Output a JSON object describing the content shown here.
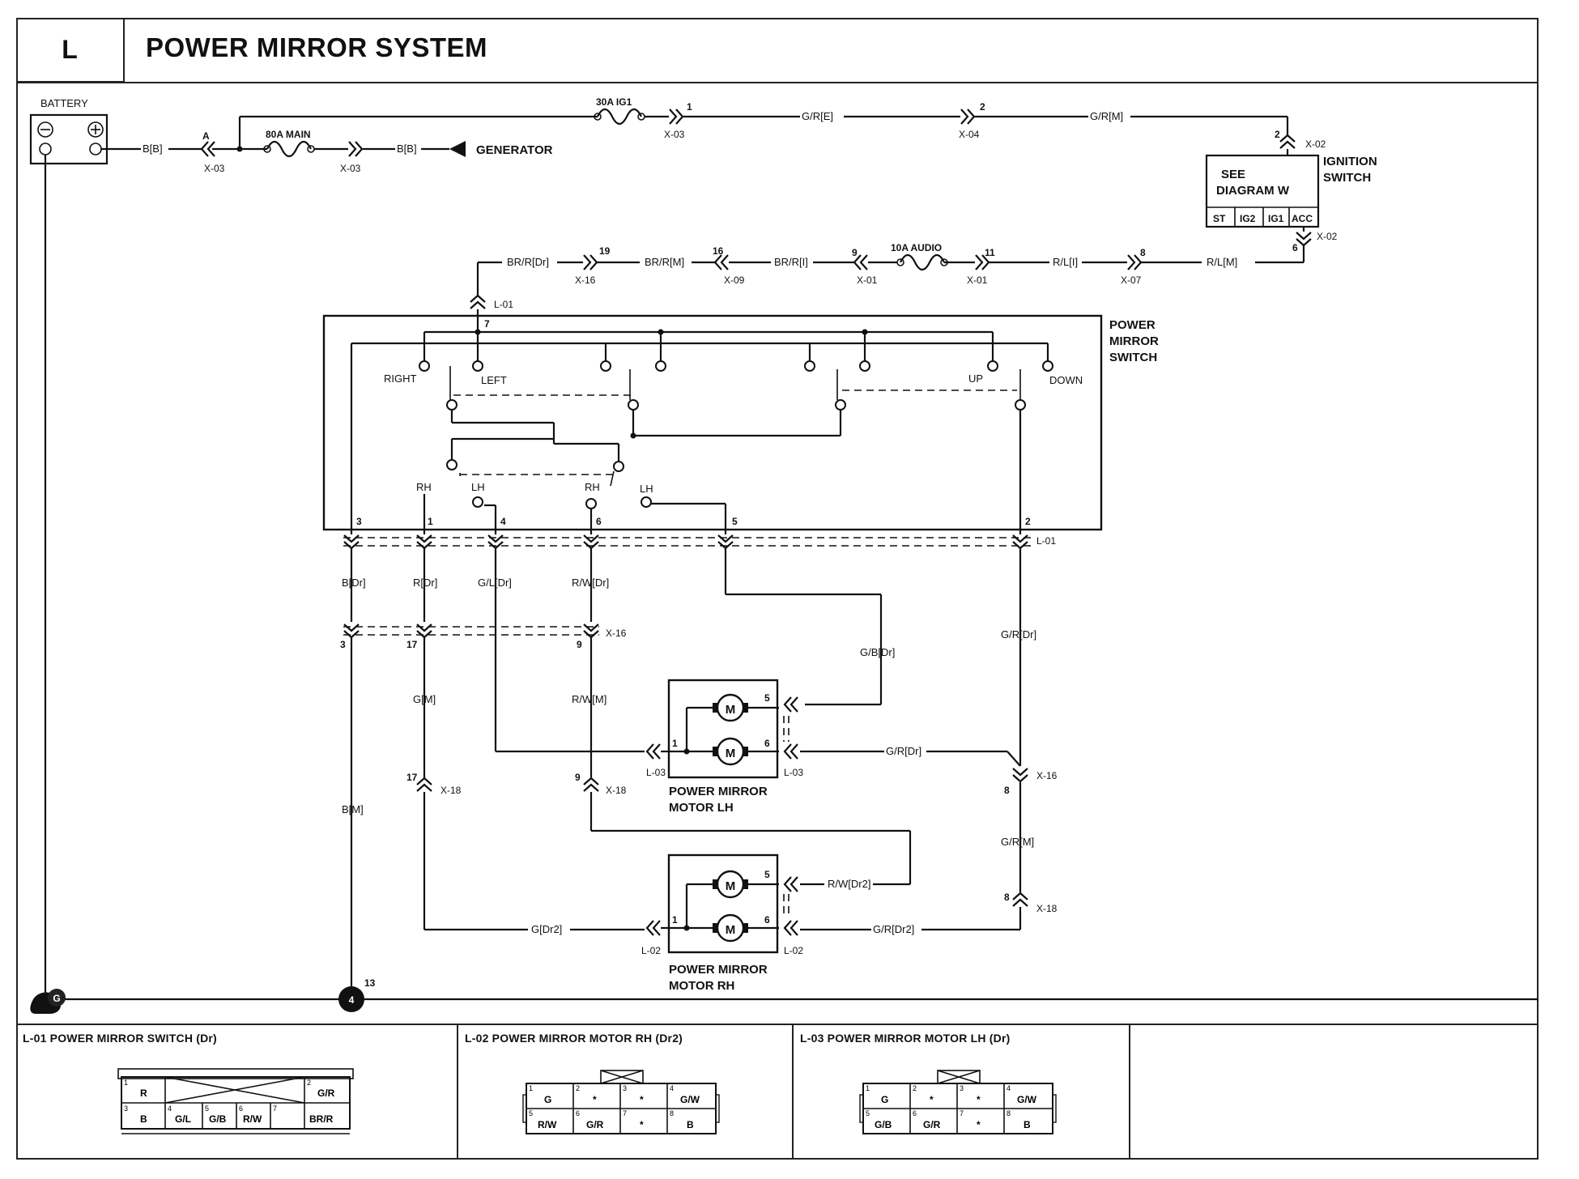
{
  "header": {
    "code": "L",
    "title": "POWER MIRROR SYSTEM"
  },
  "components": {
    "battery": "BATTERY",
    "fuse_ig1": "30A IG1",
    "fuse_main": "80A MAIN",
    "fuse_audio": "10A AUDIO",
    "generator": "GENERATOR",
    "ignition_switch": [
      "IGNITION",
      "SWITCH"
    ],
    "see_diagram": [
      "SEE",
      "DIAGRAM  W"
    ],
    "ign_positions": [
      "ST",
      "IG2",
      "IG1",
      "ACC"
    ],
    "power_mirror_switch": [
      "POWER",
      "MIRROR",
      "SWITCH"
    ],
    "switch_labels": {
      "right": "RIGHT",
      "left": "LEFT",
      "up": "UP",
      "down": "DOWN",
      "rh1": "RH",
      "lh1": "LH",
      "rh2": "RH",
      "lh2": "LH"
    },
    "motor_lh": [
      "POWER MIRROR",
      "MOTOR LH"
    ],
    "motor_rh": [
      "POWER MIRROR",
      "MOTOR RH"
    ],
    "motor_symbol": "M"
  },
  "wires": {
    "bb1": "B[B]",
    "bb2": "B[B]",
    "gre": "G/R[E]",
    "grm": "G/R[M]",
    "brrdr": "BR/R[Dr]",
    "brrm": "BR/R[M]",
    "brri": "BR/R[I]",
    "rli": "R/L[I]",
    "rlm": "R/L[M]",
    "bdr": "B[Dr]",
    "rdr": "R[Dr]",
    "gldr": "G/L[Dr]",
    "rwdr": "R/W[Dr]",
    "gbdr": "G/B[Dr]",
    "grdr": "G/R[Dr]",
    "grdr2": "G/R[Dr]",
    "gm": "G[M]",
    "rwm": "R/W[M]",
    "bm": "B[M]",
    "grm2": "G/R[M]",
    "rwdr2": "R/W[Dr2]",
    "gdr2": "G[Dr2]",
    "grdr2b": "G/R[Dr2]"
  },
  "connectors": {
    "a": "A",
    "x03a": "X-03",
    "x03b": "X-03",
    "x03c": "X-03",
    "x04": "X-04",
    "x02a": "X-02",
    "x02b": "X-02",
    "x16a": "X-16",
    "x09": "X-09",
    "x01a": "X-01",
    "x01b": "X-01",
    "x07": "X-07",
    "l01a": "L-01",
    "l01b": "L-01",
    "x16b": "X-16",
    "x16c": "X-16",
    "x18a": "X-18",
    "x18b": "X-18",
    "x18c": "X-18",
    "l03a": "L-03",
    "l03b": "L-03",
    "l02a": "L-02",
    "l02b": "L-02"
  },
  "pins": {
    "p1": "1",
    "p2": "2",
    "p2b": "2",
    "p6": "6",
    "p19": "19",
    "p16": "16",
    "p9": "9",
    "p11": "11",
    "p8": "8",
    "p7": "7",
    "s3": "3",
    "s1": "1",
    "s4": "4",
    "s6": "6",
    "s5": "5",
    "s2": "2",
    "x16_3": "3",
    "x16_17": "17",
    "x16_9": "9",
    "x18_17": "17",
    "x18_9": "9",
    "x16_8": "8",
    "x18_8": "8",
    "m1": "1",
    "m5": "5",
    "m6": "6",
    "n1": "1",
    "n5": "5",
    "n6": "6",
    "g13": "13",
    "ground_g": "G",
    "ground_4": "4"
  },
  "connector_views": [
    {
      "title": "L-01 POWER MIRROR SWITCH (Dr)",
      "row1": [
        {
          "n": "1",
          "t": "R"
        },
        {
          "n": "",
          "t": ""
        },
        {
          "n": "",
          "t": ""
        },
        {
          "n": "",
          "t": ""
        },
        {
          "n": "2",
          "t": "G/R"
        }
      ],
      "row2": [
        {
          "n": "3",
          "t": "B"
        },
        {
          "n": "4",
          "t": "G/L"
        },
        {
          "n": "5",
          "t": "G/B"
        },
        {
          "n": "6",
          "t": "R/W"
        },
        {
          "n": "7",
          "t": "BR/R"
        }
      ]
    },
    {
      "title": "L-02 POWER MIRROR MOTOR RH (Dr2)",
      "row1": [
        {
          "n": "1",
          "t": "G"
        },
        {
          "n": "2",
          "t": "*"
        },
        {
          "n": "3",
          "t": "*"
        },
        {
          "n": "4",
          "t": "G/W"
        }
      ],
      "row2": [
        {
          "n": "5",
          "t": "R/W"
        },
        {
          "n": "6",
          "t": "G/R"
        },
        {
          "n": "7",
          "t": "*"
        },
        {
          "n": "8",
          "t": "B"
        }
      ]
    },
    {
      "title": "L-03 POWER MIRROR MOTOR LH (Dr)",
      "row1": [
        {
          "n": "1",
          "t": "G"
        },
        {
          "n": "2",
          "t": "*"
        },
        {
          "n": "3",
          "t": "*"
        },
        {
          "n": "4",
          "t": "G/W"
        }
      ],
      "row2": [
        {
          "n": "5",
          "t": "G/B"
        },
        {
          "n": "6",
          "t": "G/R"
        },
        {
          "n": "7",
          "t": "*"
        },
        {
          "n": "8",
          "t": "B"
        }
      ]
    }
  ]
}
